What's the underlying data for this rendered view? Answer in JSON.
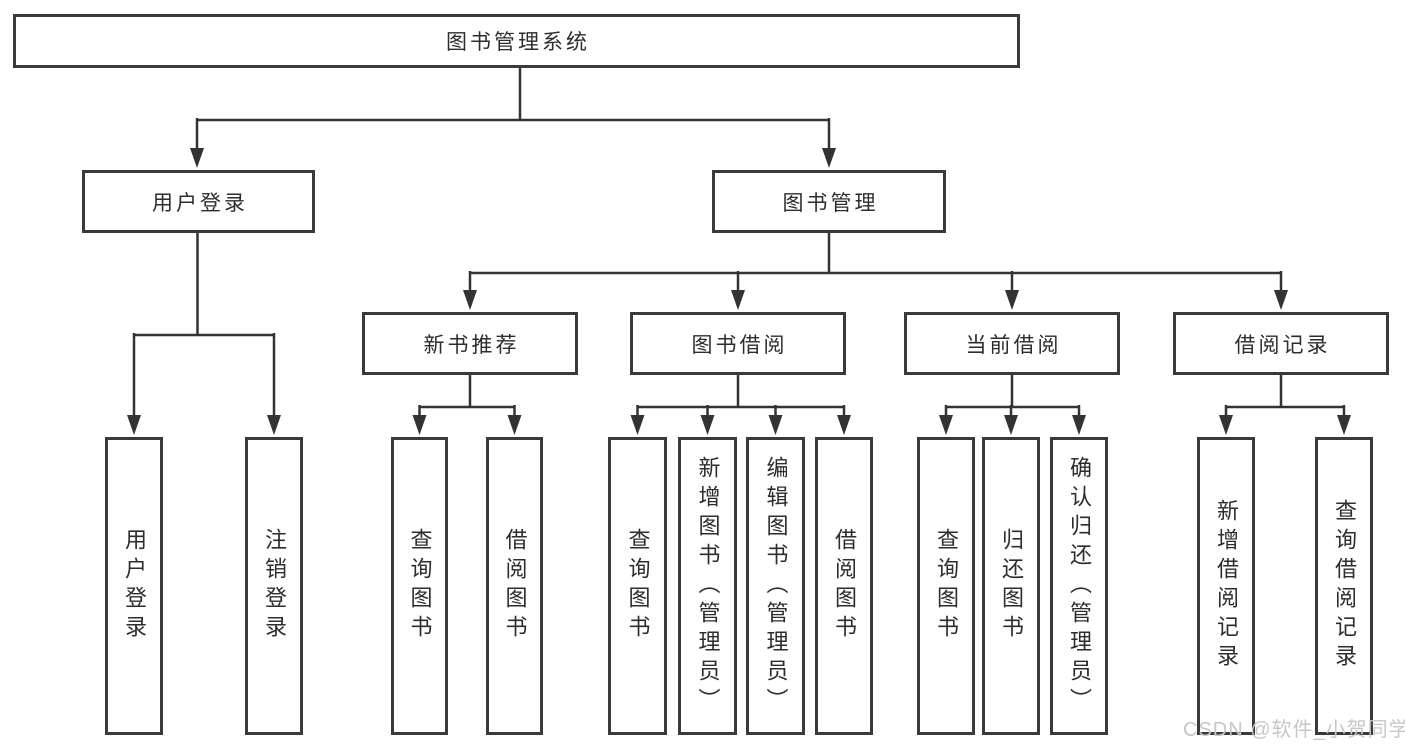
{
  "diagram_title": "图书管理系统",
  "tree": {
    "root": {
      "label": "图书管理系统"
    },
    "branches": [
      {
        "label": "用户登录",
        "leaves": [
          "用户登录",
          "注销登录"
        ]
      },
      {
        "label": "图书管理",
        "children": [
          {
            "label": "新书推荐",
            "leaves": [
              "查询图书",
              "借阅图书"
            ]
          },
          {
            "label": "图书借阅",
            "leaves": [
              "查询图书",
              "新增图书（管理员）",
              "编辑图书（管理员）",
              "借阅图书"
            ]
          },
          {
            "label": "当前借阅",
            "leaves": [
              "查询图书",
              "归还图书",
              "确认归还（管理员）"
            ]
          },
          {
            "label": "借阅记录",
            "leaves": [
              "新增借阅记录",
              "查询借阅记录"
            ]
          }
        ]
      }
    ]
  },
  "watermark": {
    "text": "CSDN @软件_小贺同学",
    "color": "#c7c7c7"
  },
  "colors": {
    "background": "#ffffff",
    "line": "#333333",
    "box_border": "#3a3a3a",
    "box_fill": "#ffffff",
    "text": "#2d2d2d"
  }
}
